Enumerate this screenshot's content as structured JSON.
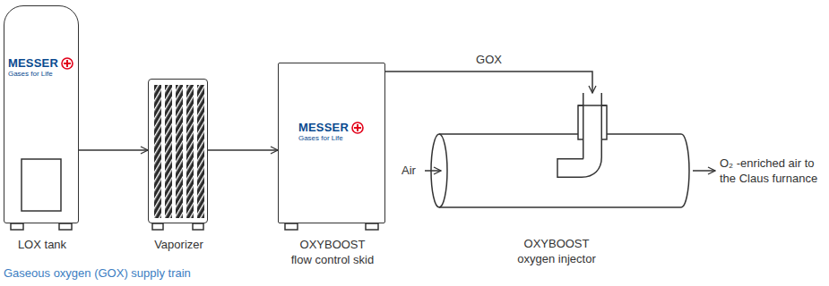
{
  "diagram": {
    "caption": "Gaseous oxygen (GOX) supply train",
    "nodes": [
      {
        "text": [
          "MESSER",
          "Gases for Life",
          "LOX tank"
        ]
      },
      {
        "text": [
          "Vaporizer"
        ]
      },
      {
        "text": [
          "MESSER",
          "Gases for Life",
          "OXYBOOST flow control skid"
        ]
      },
      {
        "text": [
          "OXYBOOST oxygen injector"
        ]
      }
    ],
    "edges": [
      {
        "from": 0,
        "to": 1,
        "arrow": "to"
      },
      {
        "from": 1,
        "to": 2,
        "arrow": "to"
      },
      {
        "from": 2,
        "to": 3,
        "label": "GOX",
        "arrow": "to"
      }
    ],
    "labels": [
      "Air",
      "O₂ -enriched air to the Claus furnance"
    ]
  }
}
